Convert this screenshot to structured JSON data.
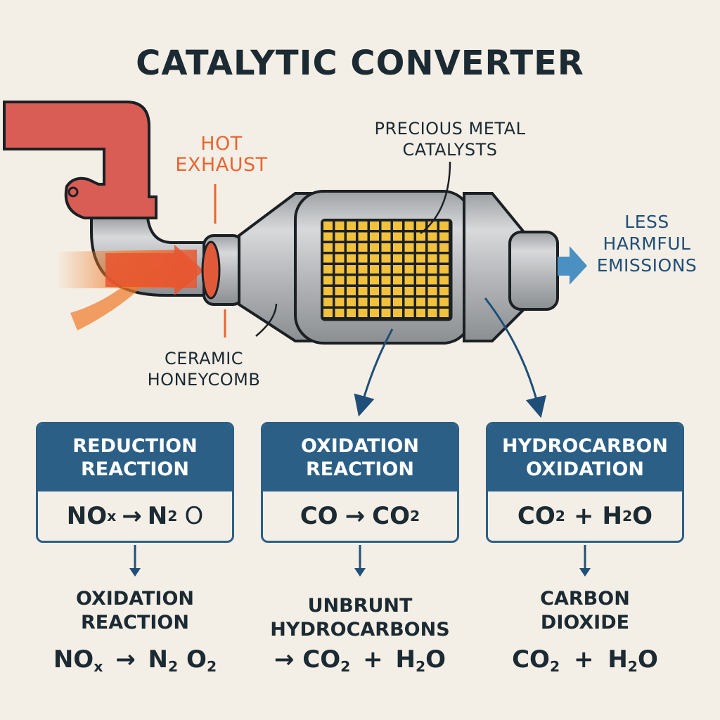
{
  "title": "CATALYTIC CONVERTER",
  "labels": {
    "hot_exhaust": [
      "HOT",
      "EXHAUST"
    ],
    "precious_metal": [
      "PRECIOUS METAL",
      "CATALYSTS"
    ],
    "less_harmful": [
      "LESS",
      "HARMFUL",
      "EMISSIONS"
    ],
    "ceramic": [
      "CERAMIC",
      "HONEYCOMB"
    ]
  },
  "cards": [
    {
      "title": [
        "REDUCTION",
        "REACTION"
      ],
      "equation": {
        "a": "NO",
        "a_sub": "x",
        "arrow": "→",
        "b": "N",
        "b_sub": "2",
        "c": "O"
      },
      "result_title": [
        "OXIDATION",
        "REACTION"
      ],
      "result_eq": {
        "a": "NO",
        "a_sub": "x",
        "arrow": "→",
        "b": "N",
        "b_sub": "2",
        "c": "O",
        "c_sub": "2"
      }
    },
    {
      "title": [
        "OXIDATION",
        "REACTION"
      ],
      "equation": {
        "a": "CO",
        "arrow": "→",
        "b": "CO",
        "b_sub": "2"
      },
      "result_title": [
        "UNBRUNT",
        "HYDROCARBONS"
      ],
      "result_eq": {
        "arrow": "→",
        "a": "CO",
        "a_sub": "2",
        "plus": "+",
        "b": "H",
        "b_sub": "2",
        "c": "O"
      }
    },
    {
      "title": [
        "HYDROCARBON",
        "OXIDATION"
      ],
      "equation": {
        "a": "CO",
        "a_sub": "2",
        "plus": "+",
        "b": "H",
        "b_sub": "2",
        "c": "O"
      },
      "result_title": [
        "CARBON",
        "DIOXIDE"
      ],
      "result_eq": {
        "a": "CO",
        "a_sub": "2",
        "plus": "+",
        "b": "H",
        "b_sub": "2",
        "c": "O"
      }
    }
  ],
  "colors": {
    "background": "#f4efe6",
    "pipe_red": "#d95c55",
    "hot_orange": "#e8652f",
    "steel": "#b4b6b8",
    "catalyst_yellow": "#f2c23d",
    "card_blue": "#2c5f86",
    "emission_blue": "#4a90c2",
    "text_dark": "#1b2a33"
  }
}
